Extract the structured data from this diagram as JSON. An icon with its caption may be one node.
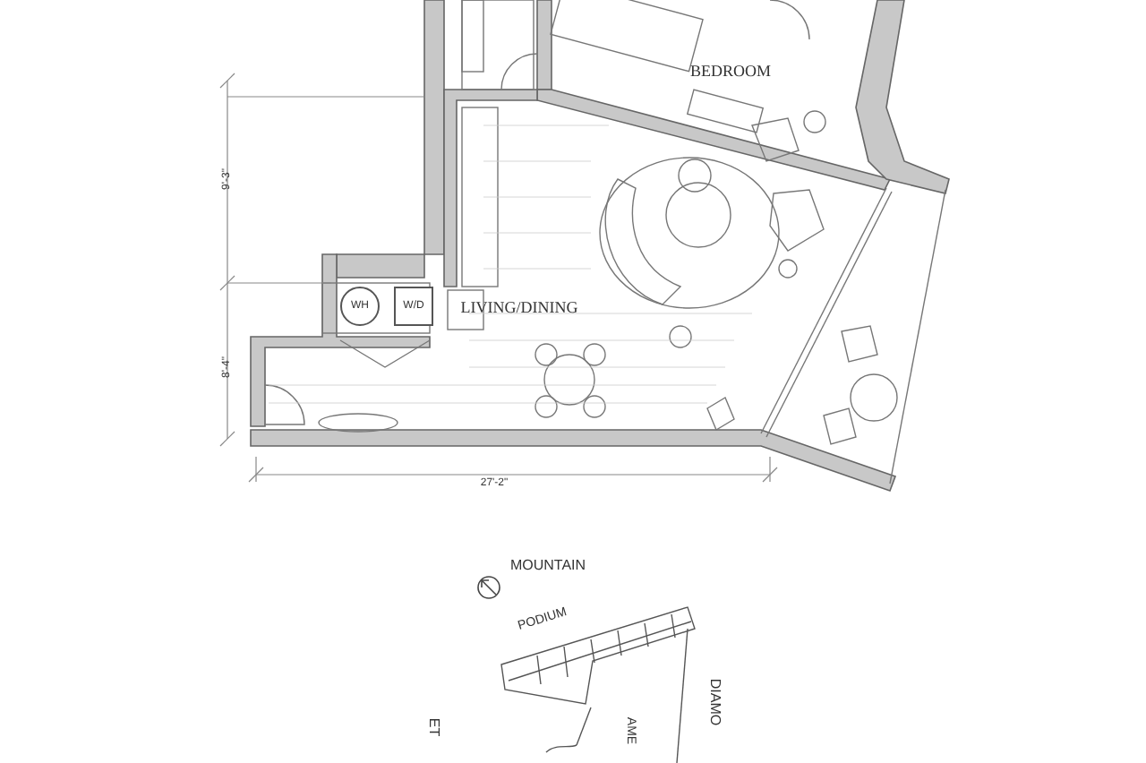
{
  "diagram": {
    "nodes": [
      {
        "text": [
          "WH"
        ]
      },
      {
        "text": [
          "W/D"
        ]
      }
    ],
    "edges": [],
    "labels": [
      "BEDROOM",
      "9'-3\"",
      "LIVING/DINING",
      "8'-4\"",
      "27'-2\"",
      "MOUNTAIN",
      "PODIUM",
      "ET",
      "AME",
      "DIAMO"
    ]
  }
}
